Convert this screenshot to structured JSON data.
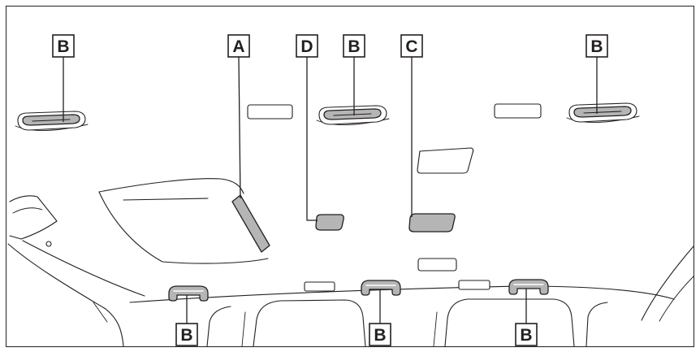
{
  "figure": {
    "callouts": [
      {
        "label": "B"
      },
      {
        "label": "A"
      },
      {
        "label": "D"
      },
      {
        "label": "B"
      },
      {
        "label": "C"
      },
      {
        "label": "B"
      },
      {
        "label": "B"
      },
      {
        "label": "B"
      },
      {
        "label": "B"
      }
    ]
  },
  "colors": {
    "line": "#231f20",
    "part_fill": "#b5b5b5",
    "background": "#ffffff"
  }
}
